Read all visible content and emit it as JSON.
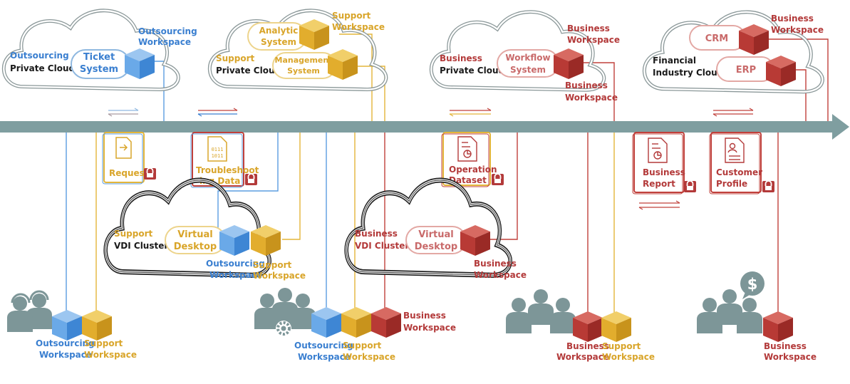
{
  "colors": {
    "outsourcing": "#5b9de0",
    "support": "#e3b53a",
    "business": "#c0403b",
    "timeline": "#7f9ea0",
    "people": "#7d9698",
    "cloud_stroke": "#8a9798"
  },
  "clouds": {
    "outsourcing_private": {
      "line1": "Outsourcing",
      "line2": "Private Cloud",
      "system_line1": "Ticket",
      "system_line2": "System",
      "ws_line1": "Outsourcing",
      "ws_line2": "Workspace"
    },
    "support_private": {
      "line1": "Support",
      "line2": "Private Cloud",
      "analytic_line1": "Analytic",
      "analytic_line2": "System",
      "management_line1": "Management",
      "management_line2": "System",
      "ws_line1": "Support",
      "ws_line2": "Workspace"
    },
    "business_private": {
      "line1": "Business",
      "line2": "Private Cloud",
      "system_line1": "Workflow",
      "system_line2": "System",
      "ws_top_line1": "Business",
      "ws_top_line2": "Workspace",
      "ws_bottom_line1": "Business",
      "ws_bottom_line2": "Workspace"
    },
    "financial": {
      "line1": "Financial",
      "line2": "Industry Cloud",
      "crm": "CRM",
      "erp": "ERP",
      "ws_line1": "Business",
      "ws_line2": "Workspace"
    },
    "support_vdi": {
      "line1": "Support",
      "line2": "VDI Cluster",
      "desktop_line1": "Virtual",
      "desktop_line2": "Desktop",
      "ws_out_line1": "Outsourcing",
      "ws_out_line2": "Workspace",
      "ws_sup_line1": "Support",
      "ws_sup_line2": "Workspace"
    },
    "business_vdi": {
      "line1": "Business",
      "line2": "VDI Cluster",
      "desktop_line1": "Virtual",
      "desktop_line2": "Desktop",
      "ws_line1": "Business",
      "ws_line2": "Workspace"
    }
  },
  "documents": {
    "request": {
      "label": "Request"
    },
    "troubleshooting": {
      "line1": "Troubleshoot",
      "line2": "-ing  Data",
      "glyph1": "0111",
      "glyph2": "1011"
    },
    "operation": {
      "line1": "Operation",
      "line2": "Dataset"
    },
    "business_report": {
      "line1": "Business",
      "line2": "Report"
    },
    "customer_profile": {
      "line1": "Customer",
      "line2": "Profile"
    }
  },
  "user_groups": {
    "outsourcing_support": {
      "out_line1": "Outsourcing",
      "out_line2": "Workspace",
      "sup_line1": "Support",
      "sup_line2": "Workspace"
    },
    "it_team": {
      "out_line1": "Outsourcing",
      "out_line2": "Workspace",
      "sup_line1": "Support",
      "sup_line2": "Workspace",
      "bus_line1": "Business",
      "bus_line2": "Workspace"
    },
    "business_team": {
      "bus_line1": "Business",
      "bus_line2": "Workspace",
      "sup_line1": "Support",
      "sup_line2": "Workspace"
    },
    "finance_team": {
      "bus_line1": "Business",
      "bus_line2": "Workspace",
      "icon": "dollar-icon"
    }
  }
}
